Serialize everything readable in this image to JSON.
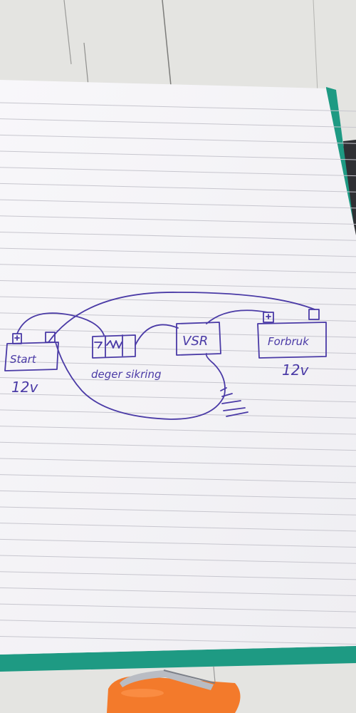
{
  "diagram": {
    "nodes": [
      {
        "id": "start",
        "label": "Start",
        "voltage": "12v"
      },
      {
        "id": "fuse",
        "label": "deger sikring"
      },
      {
        "id": "vsr",
        "label": "VSR"
      },
      {
        "id": "consumer",
        "label": "Forbruk",
        "voltage": "12v"
      }
    ],
    "colors": {
      "ink": "#4a3aa6",
      "paper": "#f7f6f8",
      "lines": "#c9c8cf",
      "cover": "#1f9a84",
      "pen": "#f47b2a"
    }
  }
}
